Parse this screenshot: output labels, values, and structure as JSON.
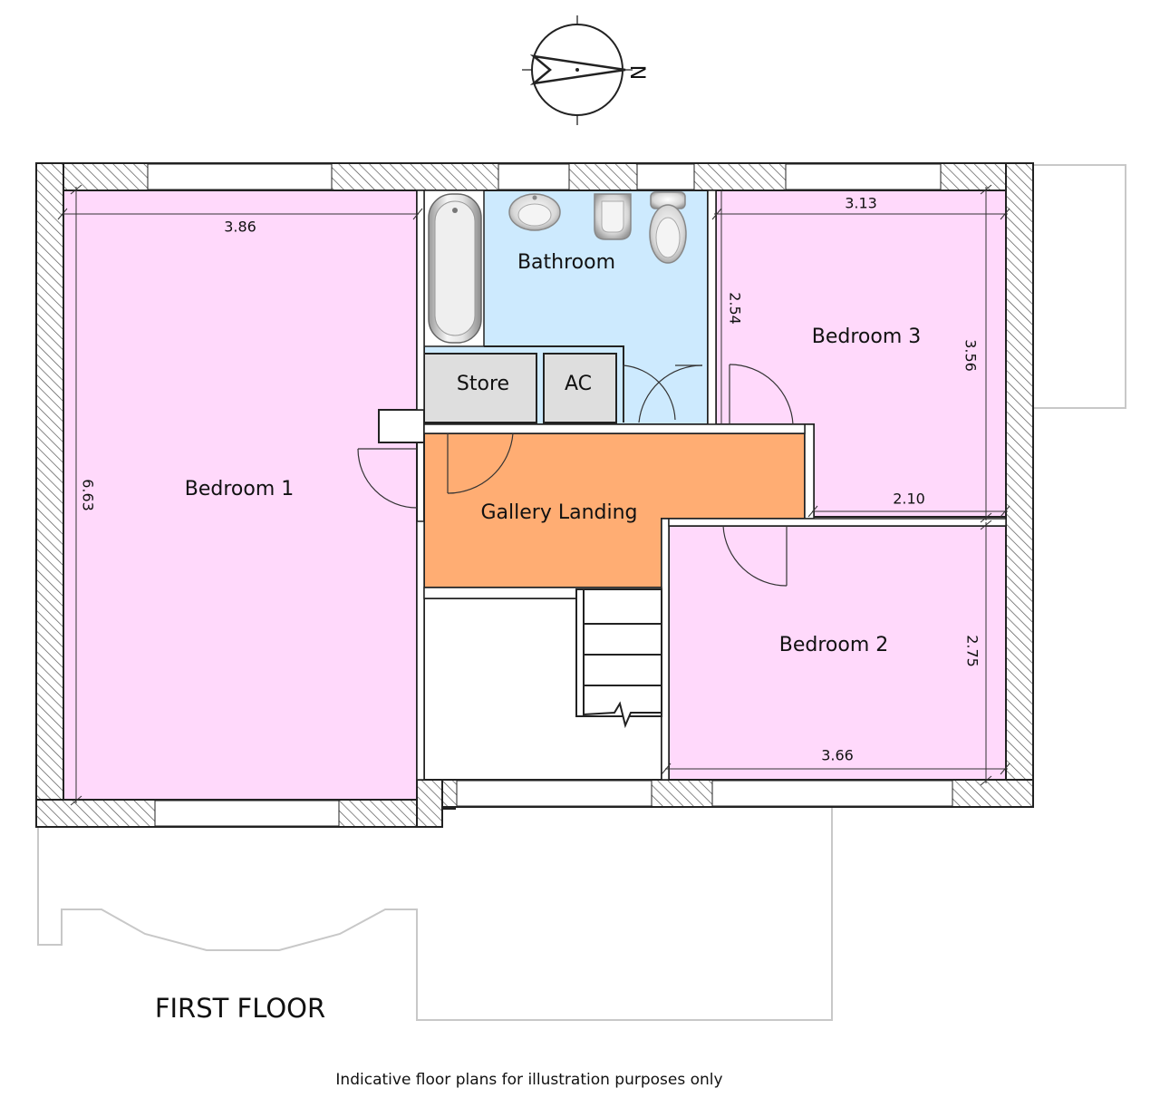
{
  "compass": {
    "label": "N"
  },
  "rooms": {
    "bedroom1": "Bedroom 1",
    "bedroom2": "Bedroom 2",
    "bedroom3": "Bedroom 3",
    "bathroom": "Bathroom",
    "store": "Store",
    "ac": "AC",
    "landing": "Gallery Landing"
  },
  "dimensions": {
    "bed1_width": "3.86",
    "bed1_length": "6.63",
    "bed3_width": "3.13",
    "bed3_length": "3.56",
    "bed3_side": "2.54",
    "bed3_bottom": "2.10",
    "bed2_length": "2.75",
    "bed2_width": "3.66"
  },
  "floor_title": "FIRST FLOOR",
  "disclaimer": "Indicative floor plans for illustration purposes only",
  "colors": {
    "bedroom": "#ffd9fb",
    "bathroom": "#cdeafe",
    "landing": "#ffad73",
    "store": "#dedede",
    "wall_hatch": "#555555"
  }
}
